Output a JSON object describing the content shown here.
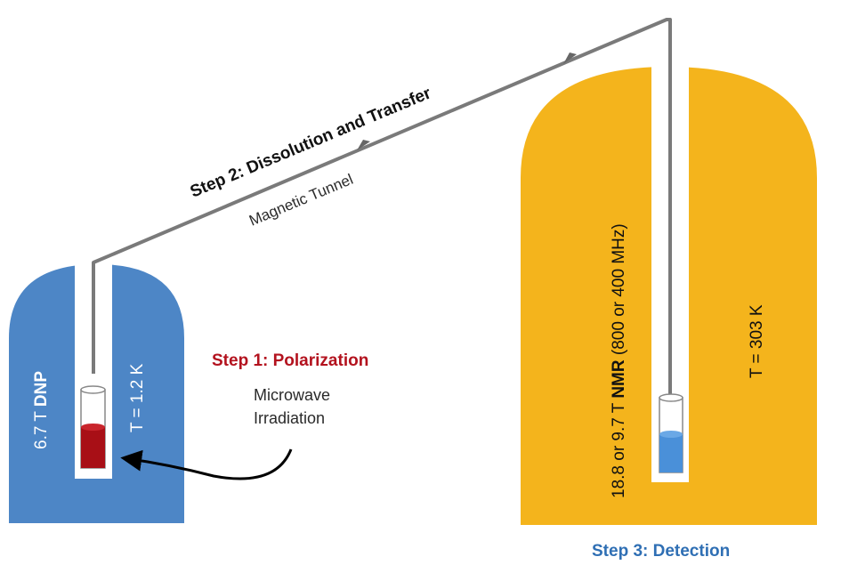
{
  "colors": {
    "dnp_magnet": "#4d86c6",
    "nmr_magnet": "#f4b41c",
    "sample_red": "#a80f16",
    "sample_blue": "#4a90d9",
    "tube_line": "#7a7a7a",
    "step1_text": "#b3121e",
    "step3_text": "#2f6fb4"
  },
  "dnp": {
    "field_prefix": "6.7 T ",
    "field_bold": "DNP",
    "temperature": "T = 1.2 K"
  },
  "step1": {
    "title": "Step 1: Polarization",
    "note_line1": "Microwave",
    "note_line2": "Irradiation"
  },
  "step2": {
    "title": "Step 2: Dissolution and Transfer",
    "tunnel_label": "Magnetic Tunnel"
  },
  "nmr": {
    "field_prefix": "18.8 or 9.7 T ",
    "field_bold": "NMR",
    "field_suffix": " (800 or 400 MHz)",
    "temperature": "T = 303 K"
  },
  "step3": {
    "title": "Step 3: Detection"
  },
  "icons": {
    "flow_arrow": "arrowhead",
    "microwave_arrow": "curved-arrow"
  }
}
